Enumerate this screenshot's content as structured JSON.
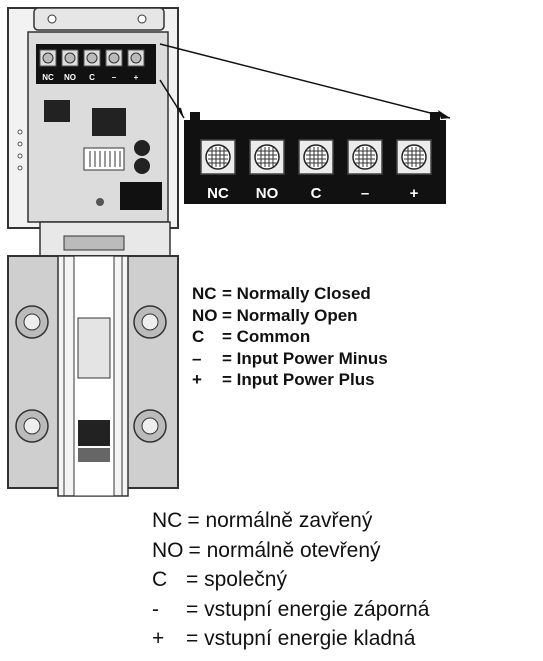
{
  "terminal_small_labels": [
    "NC",
    "NO",
    "C",
    "–",
    "+"
  ],
  "terminal_large_labels": [
    "NC",
    "NO",
    "C",
    "–",
    "+"
  ],
  "legend_en": [
    {
      "symbol": "NC",
      "text": "= Normally Closed"
    },
    {
      "symbol": "NO",
      "text": "= Normally Open"
    },
    {
      "symbol": "C",
      "text": "= Common"
    },
    {
      "symbol": "–",
      "text": "= Input Power Minus"
    },
    {
      "symbol": "+",
      "text": "= Input Power Plus"
    }
  ],
  "legend_cs": [
    {
      "symbol": "NC",
      "text": "= normálně zavřený"
    },
    {
      "symbol": "NO",
      "text": "= normálně otevřený"
    },
    {
      "symbol": "C",
      "text": "= společný"
    },
    {
      "symbol": "-",
      "text": "= vstupní energie záporná"
    },
    {
      "symbol": "+",
      "text": "= vstupní energie kladná"
    }
  ]
}
